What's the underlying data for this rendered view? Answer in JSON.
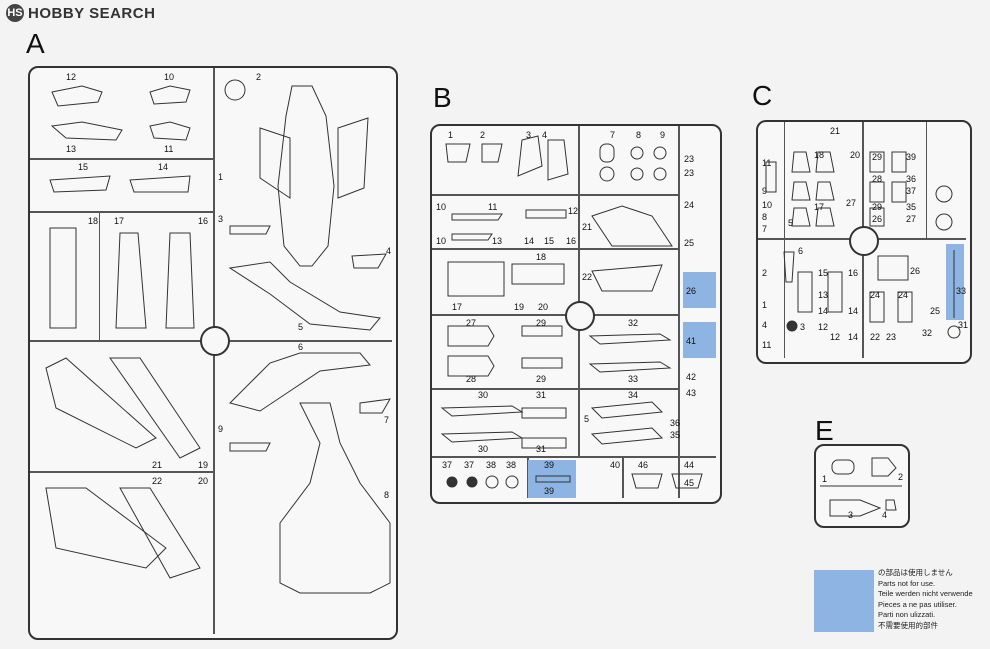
{
  "site": {
    "name": "HOBBY SEARCH",
    "mark": "HS"
  },
  "sheets": {
    "a": "A",
    "b": "B",
    "c": "C",
    "e": "E"
  },
  "sheet_a_numbers": [
    "12",
    "10",
    "13",
    "11",
    "2",
    "15",
    "14",
    "1",
    "18",
    "17",
    "16",
    "3",
    "4",
    "5",
    "6",
    "7",
    "21",
    "19",
    "22",
    "20",
    "8",
    "9"
  ],
  "sheet_b_numbers": [
    "1",
    "2",
    "3",
    "4",
    "7",
    "8",
    "9",
    "23",
    "23",
    "10",
    "11",
    "12",
    "24",
    "10",
    "13",
    "14",
    "15",
    "16",
    "25",
    "18",
    "21",
    "22",
    "26",
    "17",
    "19",
    "20",
    "27",
    "29",
    "32",
    "41",
    "28",
    "29",
    "42",
    "30",
    "31",
    "33",
    "34",
    "43",
    "5",
    "36",
    "35",
    "30",
    "31",
    "37",
    "37",
    "38",
    "38",
    "39",
    "39",
    "40",
    "46",
    "44",
    "45"
  ],
  "sheet_c_numbers": [
    "21",
    "11",
    "18",
    "20",
    "29",
    "39",
    "9",
    "36",
    "10",
    "27",
    "28",
    "37",
    "8",
    "17",
    "29",
    "35",
    "5",
    "7",
    "26",
    "27",
    "6",
    "15",
    "16",
    "24",
    "26",
    "1",
    "2",
    "13",
    "33",
    "14",
    "14",
    "24",
    "12",
    "25",
    "3",
    "32",
    "31",
    "4",
    "12",
    "14",
    "22",
    "23",
    "11"
  ],
  "sheet_e_numbers": [
    "1",
    "2",
    "3",
    "4"
  ],
  "legend": {
    "lines": [
      "の部品は使用しません",
      "Parts not for use.",
      "Teile werden nicht verwende",
      "Pieces a ne pas utiliser.",
      "Parti non ulizzati.",
      "不需要使用的部件"
    ],
    "color": "#8db4e2"
  }
}
